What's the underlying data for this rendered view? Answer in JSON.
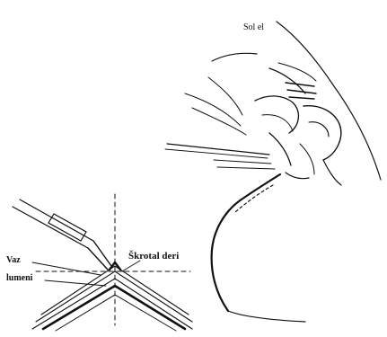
{
  "labels": {
    "hand_label": "Sol el",
    "skrotal_label": "Škrotal deri",
    "vaz_label": "Vaz",
    "lumen_label": "lumeni"
  },
  "colors": {
    "ink": "#111111",
    "paper": "#ffffff"
  }
}
